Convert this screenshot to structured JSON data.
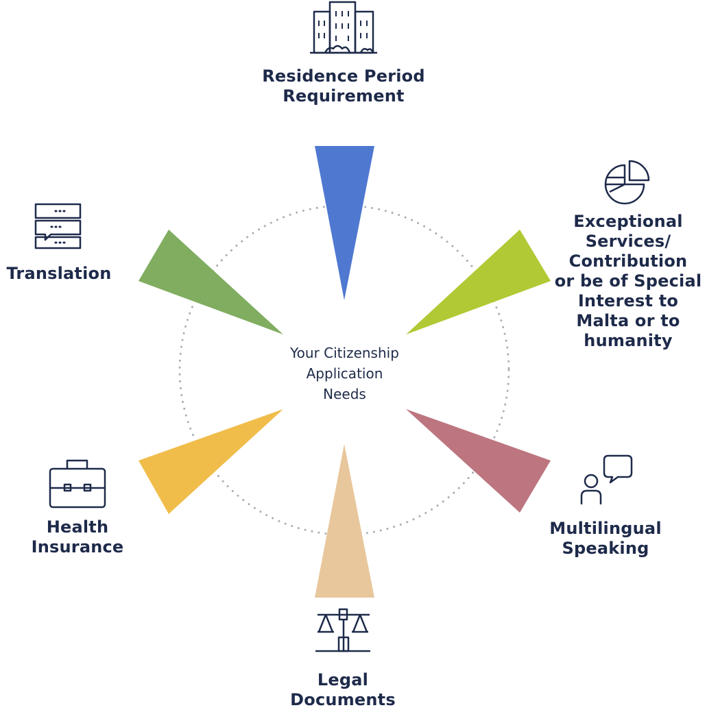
{
  "center_label": [
    "Your Citizenship",
    "Application",
    "Needs"
  ],
  "colors": {
    "text": "#1e2a4a",
    "ring": "#a9adb3",
    "residence": "#4f78d1",
    "exceptional": "#b1c934",
    "multilingual": "#bd7680",
    "legal": "#e8c79c",
    "health": "#f0bd4b",
    "translation": "#80ad60"
  },
  "items": [
    {
      "key": "residence",
      "icon": "buildings-icon",
      "lines": [
        "Residence Period",
        "Requirement"
      ]
    },
    {
      "key": "exceptional",
      "icon": "pie-chart-icon",
      "lines": [
        "Exceptional",
        "Services/",
        "Contribution",
        "or be of Special",
        "Interest to",
        "Malta or to",
        "humanity"
      ]
    },
    {
      "key": "multilingual",
      "icon": "person-speech-icon",
      "lines": [
        "Multilingual",
        "Speaking"
      ]
    },
    {
      "key": "legal",
      "icon": "scales-icon",
      "lines": [
        "Legal",
        "Documents"
      ]
    },
    {
      "key": "health",
      "icon": "briefcase-icon",
      "lines": [
        "Health",
        "Insurance"
      ]
    },
    {
      "key": "translation",
      "icon": "chat-list-icon",
      "lines": [
        "Translation"
      ]
    }
  ]
}
